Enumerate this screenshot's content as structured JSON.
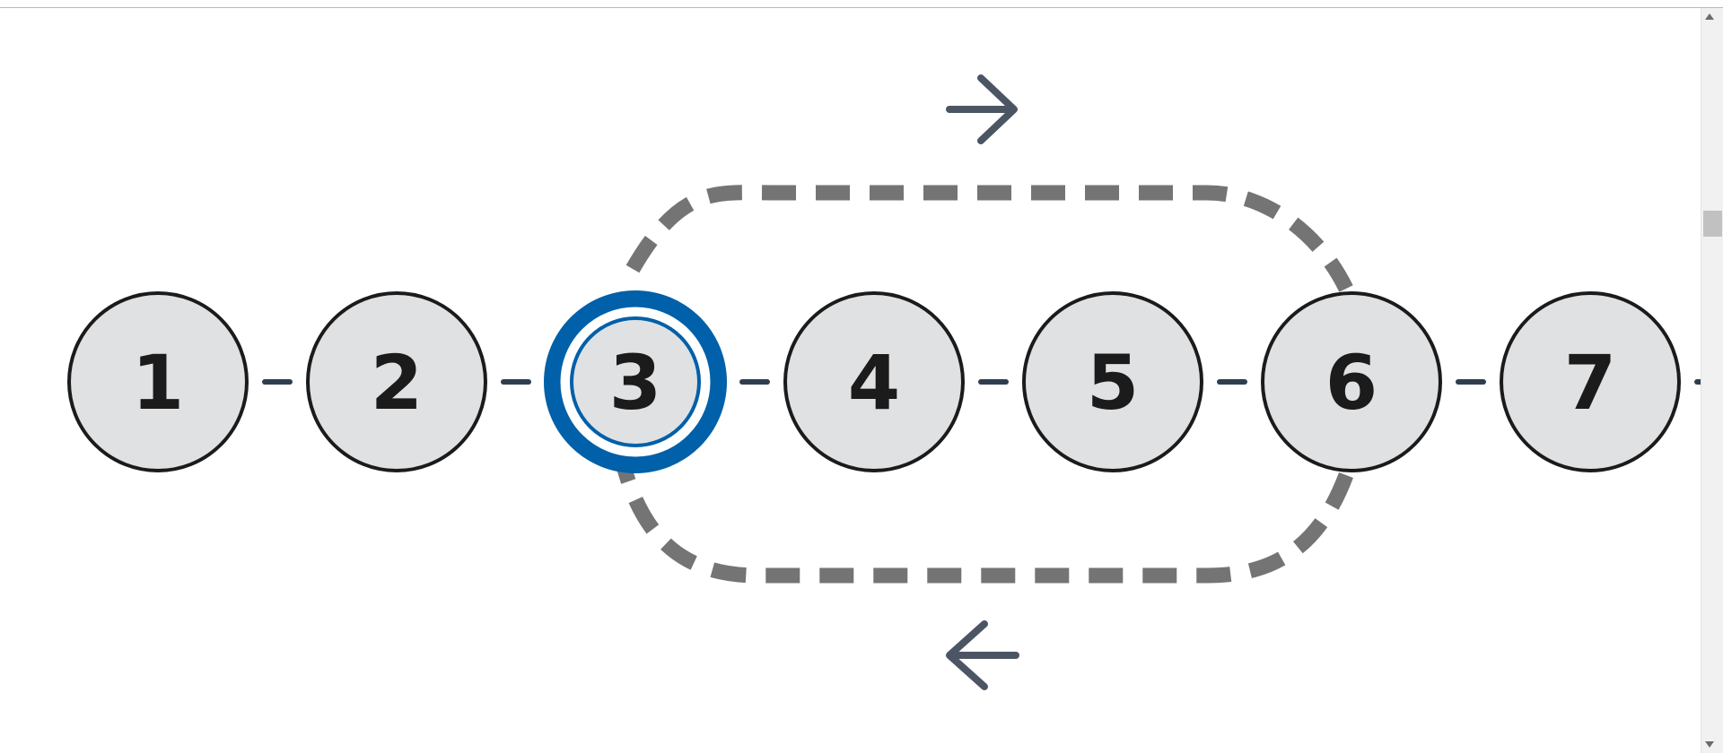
{
  "diagram": {
    "steps": [
      {
        "label": "1",
        "active": false
      },
      {
        "label": "2",
        "active": false
      },
      {
        "label": "3",
        "active": true
      },
      {
        "label": "4",
        "active": false
      },
      {
        "label": "5",
        "active": false
      },
      {
        "label": "6",
        "active": false
      },
      {
        "label": "7",
        "active": false
      }
    ],
    "loop": {
      "from_step": "3",
      "to_step": "6",
      "top_direction": "right",
      "bottom_direction": "left"
    }
  },
  "icons": {
    "top_arrow": "arrow-right-icon",
    "bottom_arrow": "arrow-left-icon",
    "scroll_up": "chevron-up-icon",
    "scroll_down": "chevron-down-icon"
  },
  "colors": {
    "circle_fill": "#e0e1e3",
    "circle_stroke": "#1b1b1b",
    "active_ring": "#0060a9",
    "connector": "#2e3e4e",
    "loop_dash": "#747474",
    "arrow": "#4b5563",
    "background": "#ffffff"
  },
  "scrollbar": {
    "position_fraction": 0.26
  }
}
